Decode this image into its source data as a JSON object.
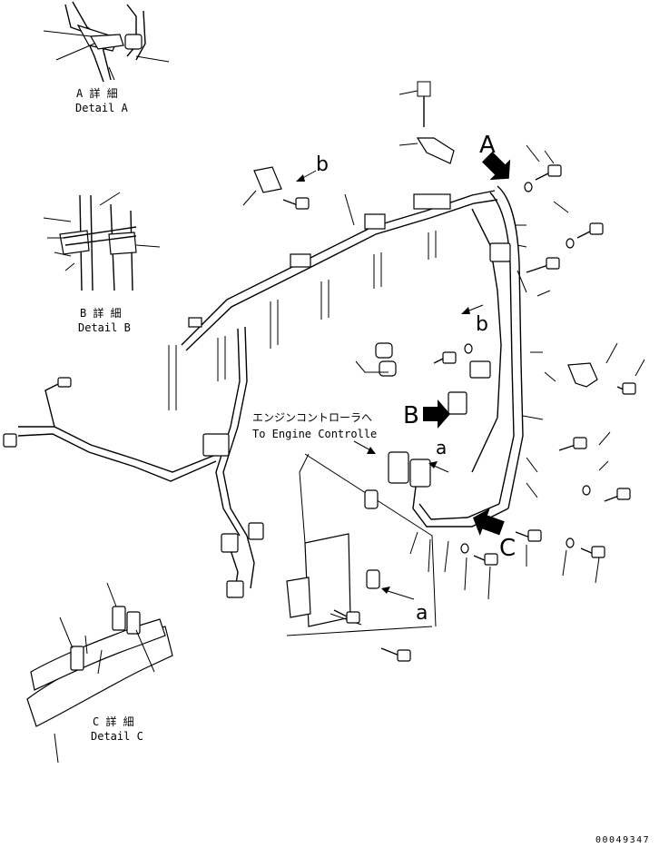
{
  "details": {
    "a": {
      "jp": "A 詳 細",
      "en": "Detail A"
    },
    "b": {
      "jp": "B 詳 細",
      "en": "Detail B"
    },
    "c": {
      "jp": "C 詳 細",
      "en": "Detail C"
    }
  },
  "view_markers": {
    "big_a": "A",
    "big_b": "B",
    "big_c": "C",
    "small_a_top": "a",
    "small_a_bottom": "a",
    "small_b_top": "b",
    "small_b_mid": "b"
  },
  "callout": {
    "jp": "エンジンコントローラへ",
    "en": "To Engine Controlle"
  },
  "drawing_number": "00049347"
}
